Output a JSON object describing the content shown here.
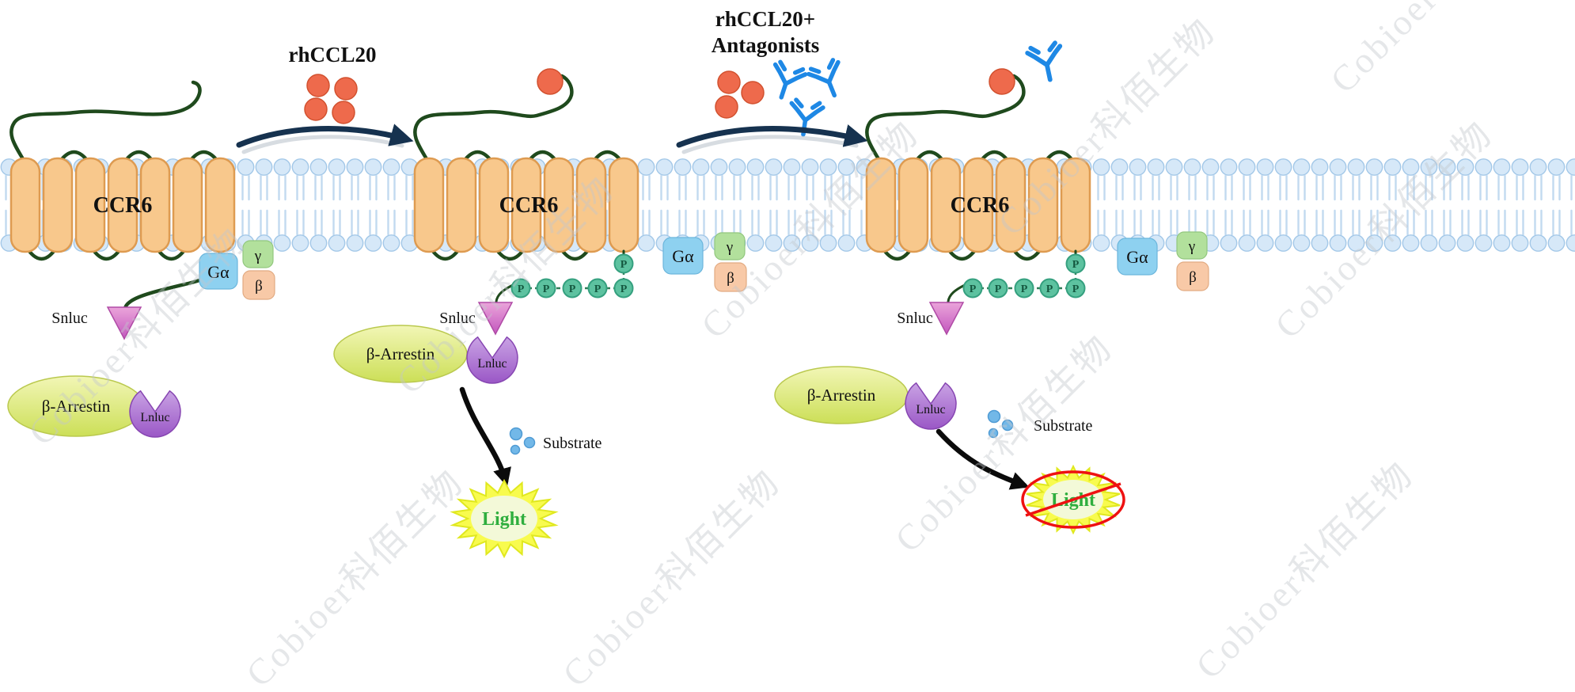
{
  "watermark": "Cobioer科佰生物",
  "transition1": {
    "label": "rhCCL20"
  },
  "transition2": {
    "label_line1": "rhCCL20+",
    "label_line2": "Antagonists"
  },
  "panel1": {
    "receptor": "CCR6",
    "g_alpha": "Gα",
    "gamma": "γ",
    "beta": "β",
    "snluc": "Snluc",
    "arrestin": "β-Arrestin",
    "lnluc": "Lnluc"
  },
  "panel2": {
    "receptor": "CCR6",
    "g_alpha": "Gα",
    "gamma": "γ",
    "beta": "β",
    "snluc": "Snluc",
    "arrestin": "β-Arrestin",
    "lnluc": "Lnluc",
    "phospho": "P",
    "substrate": "Substrate",
    "light": "Light"
  },
  "panel3": {
    "receptor": "CCR6",
    "g_alpha": "Gα",
    "gamma": "γ",
    "beta": "β",
    "snluc": "Snluc",
    "arrestin": "β-Arrestin",
    "lnluc": "Lnluc",
    "phospho": "P",
    "substrate": "Substrate",
    "light": "Light"
  },
  "colors": {
    "ligand_red": "#ee6a4c",
    "ligand_stroke": "#d2512f",
    "antibody_blue": "#1e88e5",
    "arrow_navy": "#16324f",
    "loop_green": "#1f4a1d",
    "helix_orange": "#f8c88c",
    "membrane_blue": "#d6e8f8",
    "phospho_teal": "#5dc2a0",
    "arrestin_yellow": "#dce775",
    "lnluc_purple": "#a868cf",
    "snluc_pink": "#d46fc3",
    "g_alpha_blue": "#8ed1f0",
    "gamma_green": "#b2e09c",
    "g_beta_peach": "#f8c9a7",
    "light_yellow": "#f8fb4e",
    "light_text_green": "#2fae3e",
    "no_symbol_red": "#ee1111"
  }
}
